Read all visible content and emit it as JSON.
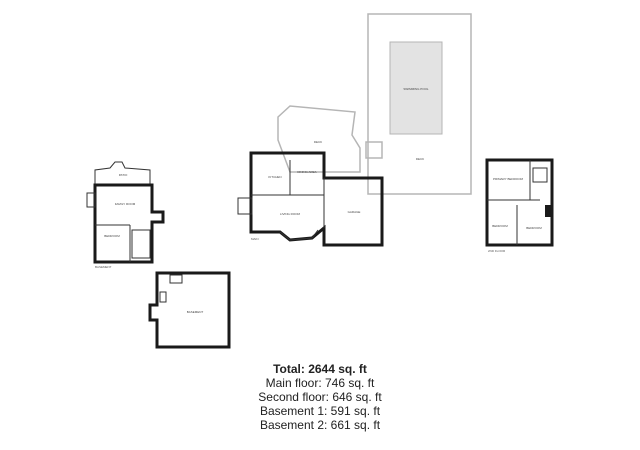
{
  "rooms": {
    "patio": "PATIO",
    "family_room": "FAMILY ROOM",
    "bedroom_basement": "BEDROOM",
    "basement": "BASEMENT",
    "kitchen": "KITCHEN",
    "dining_area": "DINING AREA",
    "living_room": "LIVING ROOM",
    "deck_main": "DECK",
    "garage": "GARAGE",
    "deck_large": "DECK",
    "swimming_pool": "SWIMMING POOL",
    "primary_bedroom": "PRIMARY BEDROOM",
    "bedroom_1": "BEDROOM",
    "bedroom_2": "BEDROOM"
  },
  "level_tags": {
    "basement": "BASEMENT",
    "main": "MAIN",
    "second": "2ND FLOOR"
  },
  "totals": {
    "total": "Total: 2644 sq. ft",
    "main": "Main floor: 746 sq. ft",
    "second": "Second floor: 646 sq. ft",
    "basement1": "Basement 1: 591 sq. ft",
    "basement2": "Basement 2: 661 sq. ft"
  }
}
